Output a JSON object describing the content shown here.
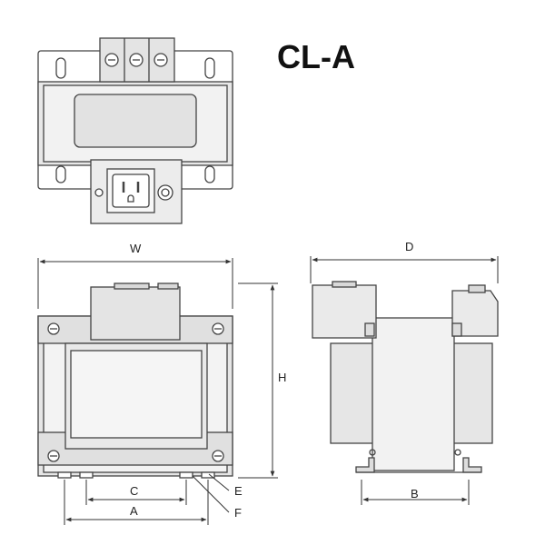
{
  "model": "CL-A",
  "dimensions": {
    "w": "W",
    "d": "D",
    "h": "H",
    "a": "A",
    "b": "B",
    "c": "C",
    "e": "E",
    "f": "F"
  }
}
